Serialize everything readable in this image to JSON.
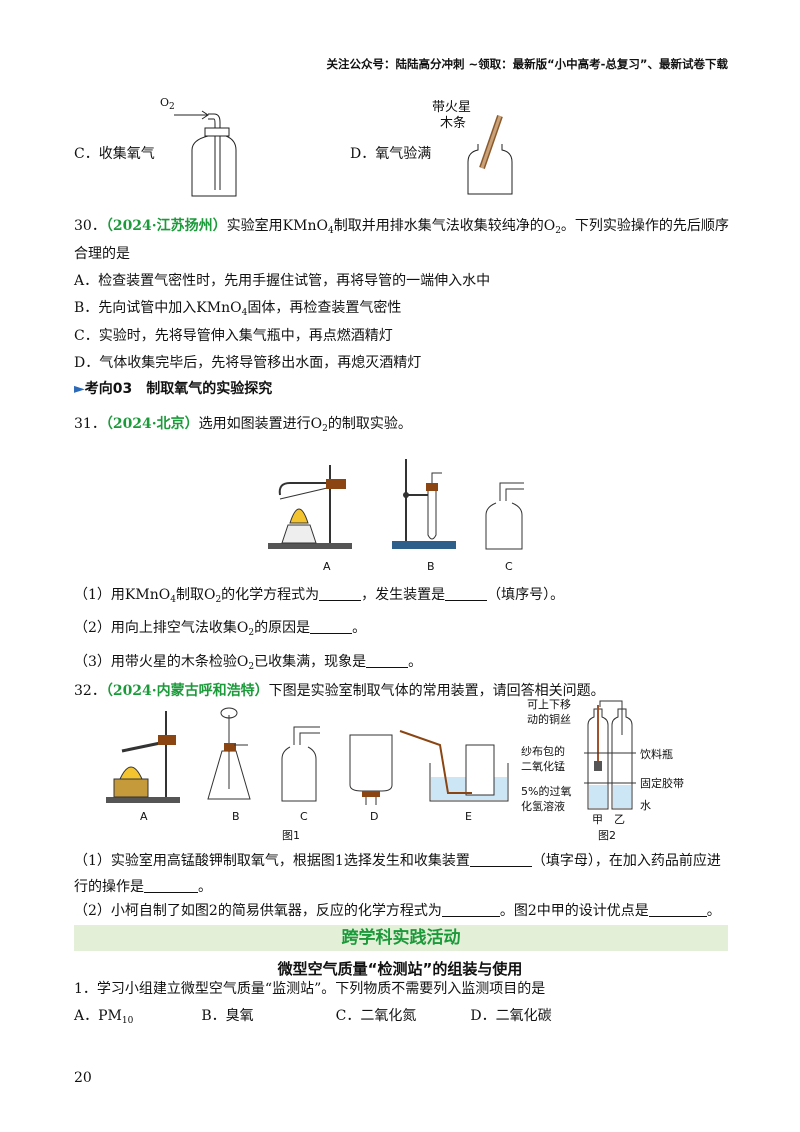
{
  "header": "关注公众号：陆陆高分冲刺 ~领取：最新版“小中高考-总复习”、最新试卷下载",
  "top": {
    "c_label": "C．收集氧气",
    "o2_label": "O",
    "o2_sub": "2",
    "d_label": "D．氧气验满",
    "stick_l1": "带火星",
    "stick_l2": "木条"
  },
  "q30": {
    "num": "30．",
    "src": "（2024·江苏扬州）",
    "t1": "实验室用",
    "kmno4_a": "KMnO",
    "kmno4_b": "4",
    "t2": "制取并用排水集气法收集较纯净的",
    "o2_a": "O",
    "o2_b": "2",
    "t3": "。下列实验操作的先后顺序",
    "t4": "合理的是",
    "a": "A．检查装置气密性时，先用手握住试管，再将导管的一端伸入水中",
    "b1": "B．先向试管中加入",
    "b_k": "KMnO",
    "b_s": "4",
    "b2": "固体，再检查装置气密性",
    "c": "C．实验时，先将导管伸入集气瓶中，再点燃酒精灯",
    "d": "D．气体收集完毕后，先将导管移出水面，再熄灭酒精灯"
  },
  "section": {
    "tri": "►",
    "text": "考向03　制取氧气的实验探究"
  },
  "q31": {
    "num": "31．",
    "src": "（2024·北京）",
    "t1": "选用如图装置进行",
    "o2_a": "O",
    "o2_b": "2",
    "t2": "的制取实验。",
    "labels": [
      "A",
      "B",
      "C"
    ],
    "p1a": "（1）用",
    "p1k": "KMnO",
    "p1s": "4",
    "p1b": "制取",
    "p1o": "O",
    "p1os": "2",
    "p1c": "的化学方程式为",
    "p1d": "，发生装置是",
    "p1e": "（填序号）。",
    "p2a": "（2）用向上排空气法收集",
    "p2o": "O",
    "p2os": "2",
    "p2b": "的原因是",
    "p2c": "。",
    "p3a": "（3）用带火星的木条检验",
    "p3o": "O",
    "p3os": "2",
    "p3b": "已收集满，现象是",
    "p3c": "。"
  },
  "q32": {
    "num": "32．",
    "src": "（2024·内蒙古呼和浩特）",
    "t1": "下图是实验室制取气体的常用装置，请回答相关问题。",
    "labels": [
      "A",
      "B",
      "C",
      "D",
      "E"
    ],
    "fig1": "图1",
    "fig2": "图2",
    "f2_l1": "可上下移",
    "f2_l2": "动的铜丝",
    "f2_l3": "纱布包的",
    "f2_l4": "二氧化锰",
    "f2_l5": "5%的过氧",
    "f2_l6": "化氢溶液",
    "f2_r1": "饮料瓶",
    "f2_r2": "固定胶带",
    "f2_r3": "水",
    "f2_jia": "甲",
    "f2_yi": "乙",
    "p1a": "（1）实验室用高锰酸钾制取氧气，根据图1选择发生和收集装置",
    "p1b": "（填字母），在加入药品前应进",
    "p1c": "行的操作是",
    "p1d": "。",
    "p2a": "（2）小柯自制了如图2的简易供氧器，反应的化学方程式为",
    "p2b": "。图2中甲的设计优点是",
    "p2c": "。"
  },
  "practice": {
    "band": "跨学科实践活动",
    "subtitle": "微型空气质量“检测站”的组装与使用",
    "q1": "1．学习小组建立微型空气质量“监测站”。下列物质不需要列入监测项目的是",
    "oa1": "A．PM",
    "oa2": "10",
    "ob": "B．臭氧",
    "oc": "C．二氧化氮",
    "od": "D．二氧化碳"
  },
  "page_number": "20"
}
